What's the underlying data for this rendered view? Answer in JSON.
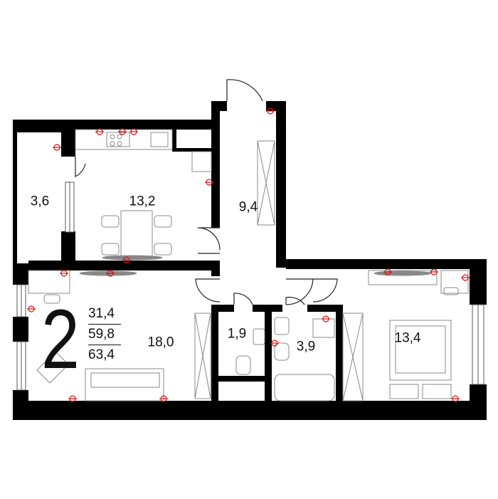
{
  "apartment": {
    "rooms": "2",
    "living_area": "31,4",
    "total_area": "59,8",
    "total_area_with_balcony": "63,4"
  },
  "room_areas": {
    "balcony": "3,6",
    "kitchen": "13,2",
    "hall": "9,4",
    "living_room": "18,0",
    "wc": "1,9",
    "bathroom": "3,9",
    "bedroom": "13,4"
  },
  "colors": {
    "wall": "#000000",
    "socket": "#e01010",
    "furniture": "#8a8a8a"
  }
}
